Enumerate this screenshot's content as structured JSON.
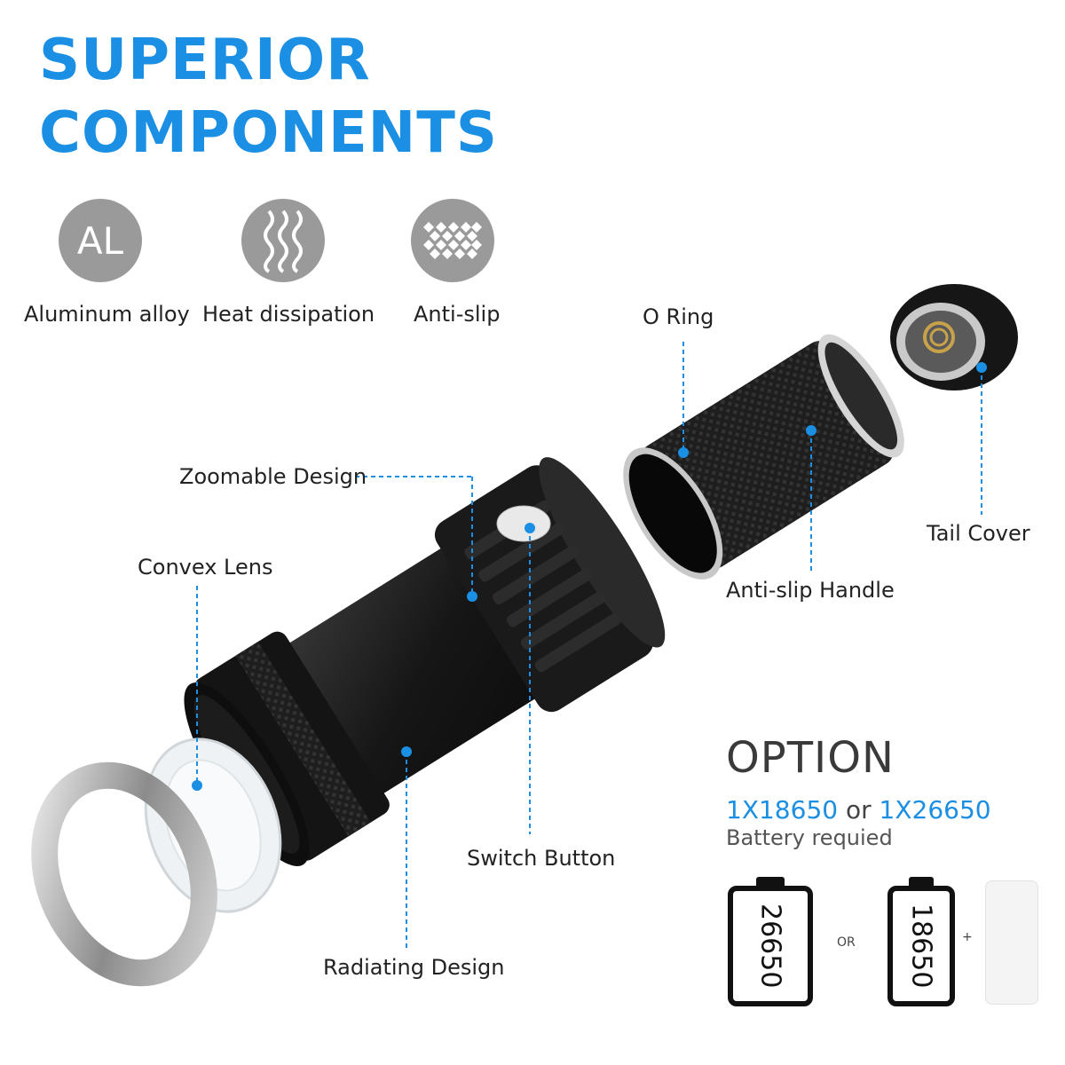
{
  "title": {
    "line1": "SUPERIOR",
    "line2": "COMPONENTS"
  },
  "features": [
    {
      "icon": "al-text-icon",
      "icon_text": "AL",
      "label": "Aluminum alloy"
    },
    {
      "icon": "heat-waves-icon",
      "label": "Heat dissipation"
    },
    {
      "icon": "anti-slip-pattern-icon",
      "label": "Anti-slip"
    }
  ],
  "callouts": {
    "o_ring": "O Ring",
    "zoomable": "Zoomable Design",
    "convex_lens": "Convex Lens",
    "tail_cover": "Tail Cover",
    "anti_slip_handle": "Anti-slip Handle",
    "switch_button": "Switch Button",
    "radiating": "Radiating Design"
  },
  "option": {
    "title": "OPTION",
    "battery_a": "1X18650",
    "or": "or",
    "battery_b": "1X26650",
    "required": "Battery requied",
    "battery_left_label": "26650",
    "battery_right_label": "18650",
    "or_small": "OR",
    "plus": "+"
  },
  "colors": {
    "accent": "#1a8fe3",
    "icon_gray": "#9a9a9a",
    "body_black": "#1b1b1b"
  }
}
